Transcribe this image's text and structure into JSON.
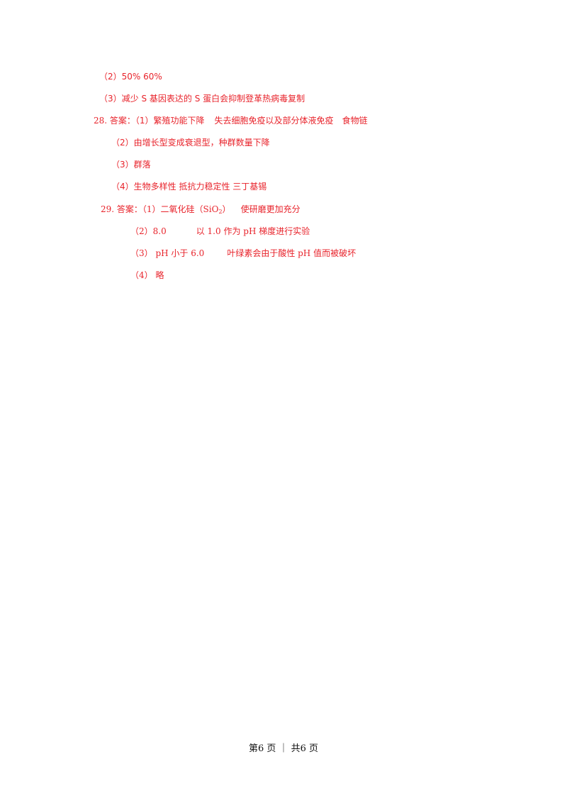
{
  "q27": {
    "part2": "（2）50%  60%",
    "part3": "（3）减少  S 基因表达的 S 蛋白会抑制登革热病毒复制"
  },
  "q28": {
    "label": "28. 答案：",
    "part1_a": "（1）繁殖功能下降",
    "part1_b": "失去细胞免疫以及部分体液免疫",
    "part1_c": "食物链",
    "part2": "（2）由增长型变成衰退型，种群数量下降",
    "part3": "（3）群落",
    "part4": "（4）生物多样性  抵抗力稳定性  三丁基锡"
  },
  "q29": {
    "label": "29. 答案：",
    "part1_a": "（1）二氧化硅（SiO",
    "part1_sub": "2",
    "part1_b": "）",
    "part1_c": "使研磨更加充分",
    "part2_a": "（2）8.0",
    "part2_b": "以 1.0 作为 pH 梯度进行实验",
    "part3_a": "（3）  pH 小于 6.0",
    "part3_b": "叶绿素会由于酸性 pH 值而被破坏",
    "part4": "（4）  略"
  },
  "footer": {
    "page_text": "第6 页 ｜ 共6 页"
  }
}
